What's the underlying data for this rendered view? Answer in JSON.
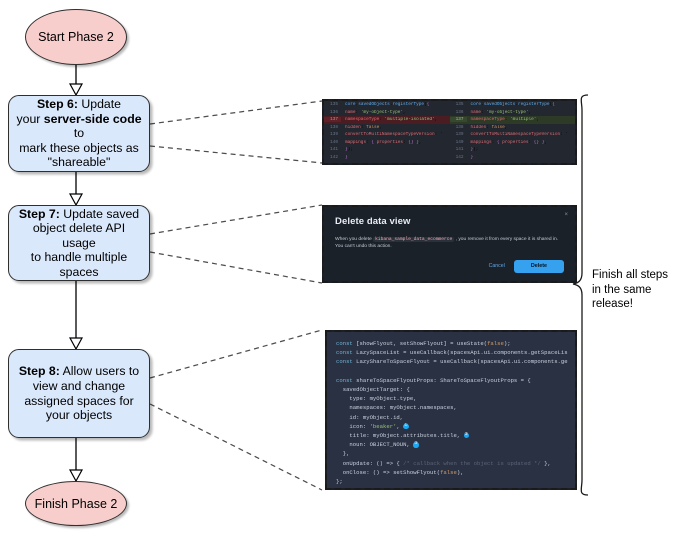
{
  "flow": {
    "start": {
      "label": "Start Phase 2"
    },
    "finish": {
      "label": "Finish Phase 2"
    },
    "steps": [
      {
        "id": "step6",
        "prefix": "Step 6:",
        "line1": " Update",
        "line2_pre": "your ",
        "line2_bold": "server-side code",
        "line2_post": " to",
        "line3": "mark these objects as",
        "line4": "\"shareable\""
      },
      {
        "id": "step7",
        "prefix": "Step 7:",
        "line1": " Update saved",
        "line2": "object delete API usage",
        "line3": "to handle multiple spaces"
      },
      {
        "id": "step8",
        "prefix": "Step 8:",
        "line1": " Allow users to",
        "line2": "view and change",
        "line3": "assigned spaces for",
        "line4": "your objects"
      }
    ]
  },
  "note": {
    "line1": "Finish all steps",
    "line2": "in the same",
    "line3": "release!"
  },
  "shots": {
    "diff": {
      "name": "saved-objects-register-type-diff",
      "left": [
        {
          "num": "135",
          "text": "core.savedObjects.registerType({",
          "kind": "ctx"
        },
        {
          "num": "136",
          "text": "  name: 'my-object-type',",
          "kind": "ctx"
        },
        {
          "num": "137",
          "text": "  namespaceType: 'multiple-isolated',",
          "kind": "del"
        },
        {
          "num": "138",
          "text": "  hidden: false,",
          "kind": "ctx"
        },
        {
          "num": "139",
          "text": "  convertToMultiNamespaceTypeVersion: '",
          "kind": "ctx"
        },
        {
          "num": "140",
          "text": "  mappings: { properties: {} },",
          "kind": "ctx"
        },
        {
          "num": "141",
          "text": "});",
          "kind": "ctx"
        },
        {
          "num": "142",
          "text": "}",
          "kind": "ctx"
        }
      ],
      "right": [
        {
          "num": "135",
          "text": "core.savedObjects.registerType({",
          "kind": "ctx"
        },
        {
          "num": "136",
          "text": "  name: 'my-object-type',",
          "kind": "ctx"
        },
        {
          "num": "137",
          "text": "  namespaceType: 'multiple',",
          "kind": "add"
        },
        {
          "num": "138",
          "text": "  hidden: false,",
          "kind": "ctx"
        },
        {
          "num": "139",
          "text": "  convertToMultiNamespaceTypeVersion: '",
          "kind": "ctx"
        },
        {
          "num": "140",
          "text": "  mappings: { properties: {} },",
          "kind": "ctx"
        },
        {
          "num": "141",
          "text": "});",
          "kind": "ctx"
        },
        {
          "num": "142",
          "text": "}",
          "kind": "ctx"
        }
      ]
    },
    "dialog": {
      "title": "Delete data view",
      "body_pre": "When you delete ",
      "body_code": "kibana_sample_data_ecommerce",
      "body_post": " , you remove it from every space it is shared in. You can't undo this action.",
      "cancel_label": "Cancel",
      "delete_label": "Delete",
      "close_label": "×"
    },
    "code": {
      "lines": [
        "const [showFlyout, setShowFlyout] = useState(false);",
        "const LazySpaceList = useCallback(spacesApi.ui.components.getSpaceLis",
        "const LazyShareToSpaceFlyout = useCallback(spacesApi.ui.components.ge",
        "",
        "const shareToSpaceFlyoutProps: ShareToSpaceFlyoutProps = {",
        "  savedObjectTarget: {",
        "    type: myObject.type,",
        "    namespaces: myObject.namespaces,",
        "    id: myObject.id,",
        "    icon: 'beaker', ①",
        "    title: myObject.attributes.title, ②",
        "    noun: OBJECT_NOUN, ③",
        "  },",
        "  onUpdate: () => { /* callback when the object is updated */ },",
        "  onClose: () => setShowFlyout(false),",
        "};"
      ]
    }
  },
  "colors": {
    "terminator_fill": "#f8cecc",
    "process_fill": "#dae8fc",
    "stroke": "#2f2f2f",
    "accent_blue": "#36a2ef",
    "diff_add": "#2c3a26",
    "diff_del": "#4b1d22"
  }
}
